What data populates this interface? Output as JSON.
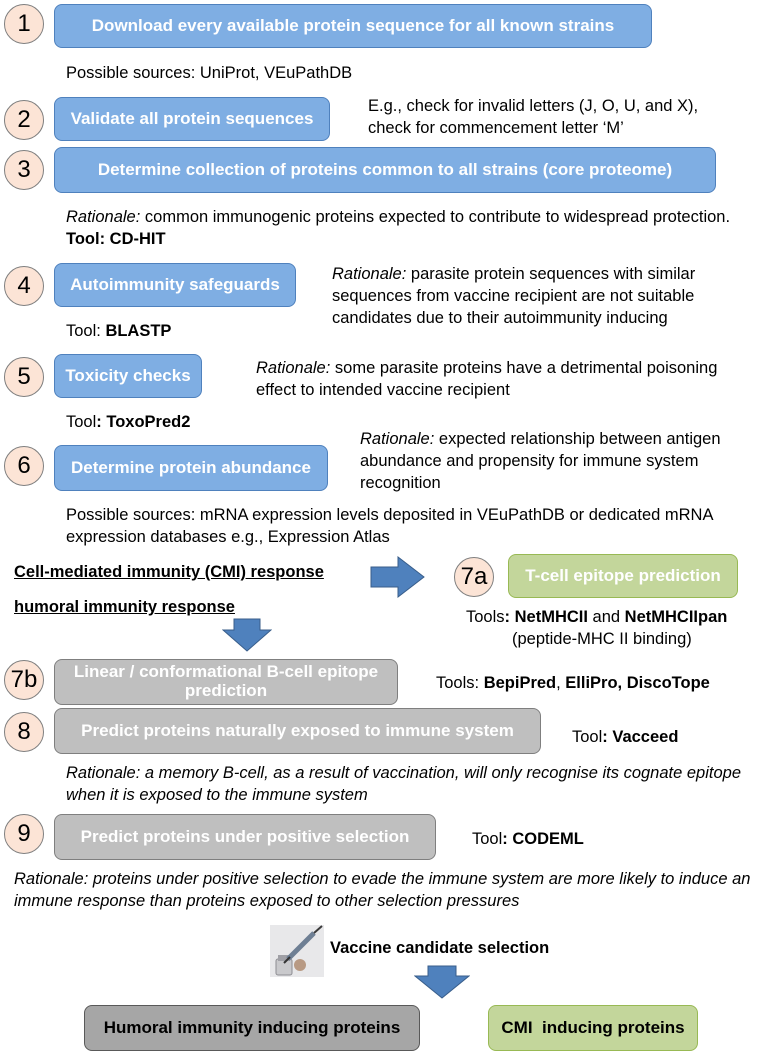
{
  "steps": {
    "s1": {
      "num": "1",
      "label": "Download every available protein sequence for all known strains"
    },
    "s2": {
      "num": "2",
      "label": "Validate all protein sequences"
    },
    "s3": {
      "num": "3",
      "label": "Determine collection of proteins common to all strains (core proteome)"
    },
    "s4": {
      "num": "4",
      "label": "Autoimmunity safeguards"
    },
    "s5": {
      "num": "5",
      "label": "Toxicity checks"
    },
    "s6": {
      "num": "6",
      "label": "Determine protein abundance"
    },
    "s7a": {
      "num": "7a",
      "label": "T-cell epitope prediction"
    },
    "s7b": {
      "num": "7b",
      "label": "Linear / conformational B-cell epitope prediction"
    },
    "s8": {
      "num": "8",
      "label": "Predict proteins naturally exposed to immune system"
    },
    "s9": {
      "num": "9",
      "label": "Predict proteins under positive selection"
    }
  },
  "notes": {
    "n1": "Possible sources: UniProt, VEuPathDB",
    "n2": "E.g., check for invalid letters (J, O, U, and X), check for commencement letter ‘M’",
    "n3_lead": "Rationale:",
    "n3_body": " common immunogenic proteins expected to contribute to widespread protection.",
    "n3_tool_lead": " Tool: CD-HIT",
    "n4_lead": "Rationale:",
    "n4_body": " parasite protein sequences with similar sequences from vaccine recipient are not suitable candidates due to their autoimmunity inducing",
    "n4_tool_lead": "Tool: ",
    "n4_tool": "BLASTP",
    "n5_lead": "Rationale:",
    "n5_body": " some parasite proteins have a detrimental poisoning effect to intended vaccine recipient",
    "n5_tool_lead": "Tool",
    "n5_tool": ": ToxoPred2",
    "n6_lead": "Rationale:",
    "n6_body": " expected relationship between antigen abundance and propensity for immune system recognition",
    "n6_src": "Possible sources: mRNA expression levels deposited in VEuPathDB or dedicated mRNA expression databases e.g., Expression Atlas",
    "cmi": "Cell-mediated immunity (CMI) response",
    "humoral": "humoral immunity response",
    "n7a_lead": "Tools",
    "n7a_t1": ": NetMHCII",
    "n7a_and": " and ",
    "n7a_t2": "NetMHCIIpan",
    "n7a_sub": "(peptide-MHC II binding)",
    "n7b_lead": "Tools: ",
    "n7b_t1": "BepiPred",
    "n7b_comma": ", ",
    "n7b_t2": "ElliPro, DiscoTope",
    "n8_lead": "Tool",
    "n8_tool": ": Vacceed",
    "n8_rat": "Rationale: a memory B-cell, as a result of vaccination, will only recognise its cognate epitope when it is exposed to the immune system",
    "n9_lead": "Tool",
    "n9_tool": ": CODEML",
    "n9_rat": "Rationale: proteins under positive selection to evade the immune system are more likely to induce an immune response than proteins exposed to other selection pressures",
    "vaccine": "Vaccine candidate selection"
  },
  "outcomes": {
    "humoral": "Humoral immunity inducing proteins",
    "cmi": "CMI  inducing proteins"
  },
  "colors": {
    "blue_box": "#7faee3",
    "grey_box": "#bfbfbf",
    "green_box": "#c3d69b",
    "circle": "#fce4d6",
    "arrow": "#4f81bd"
  }
}
